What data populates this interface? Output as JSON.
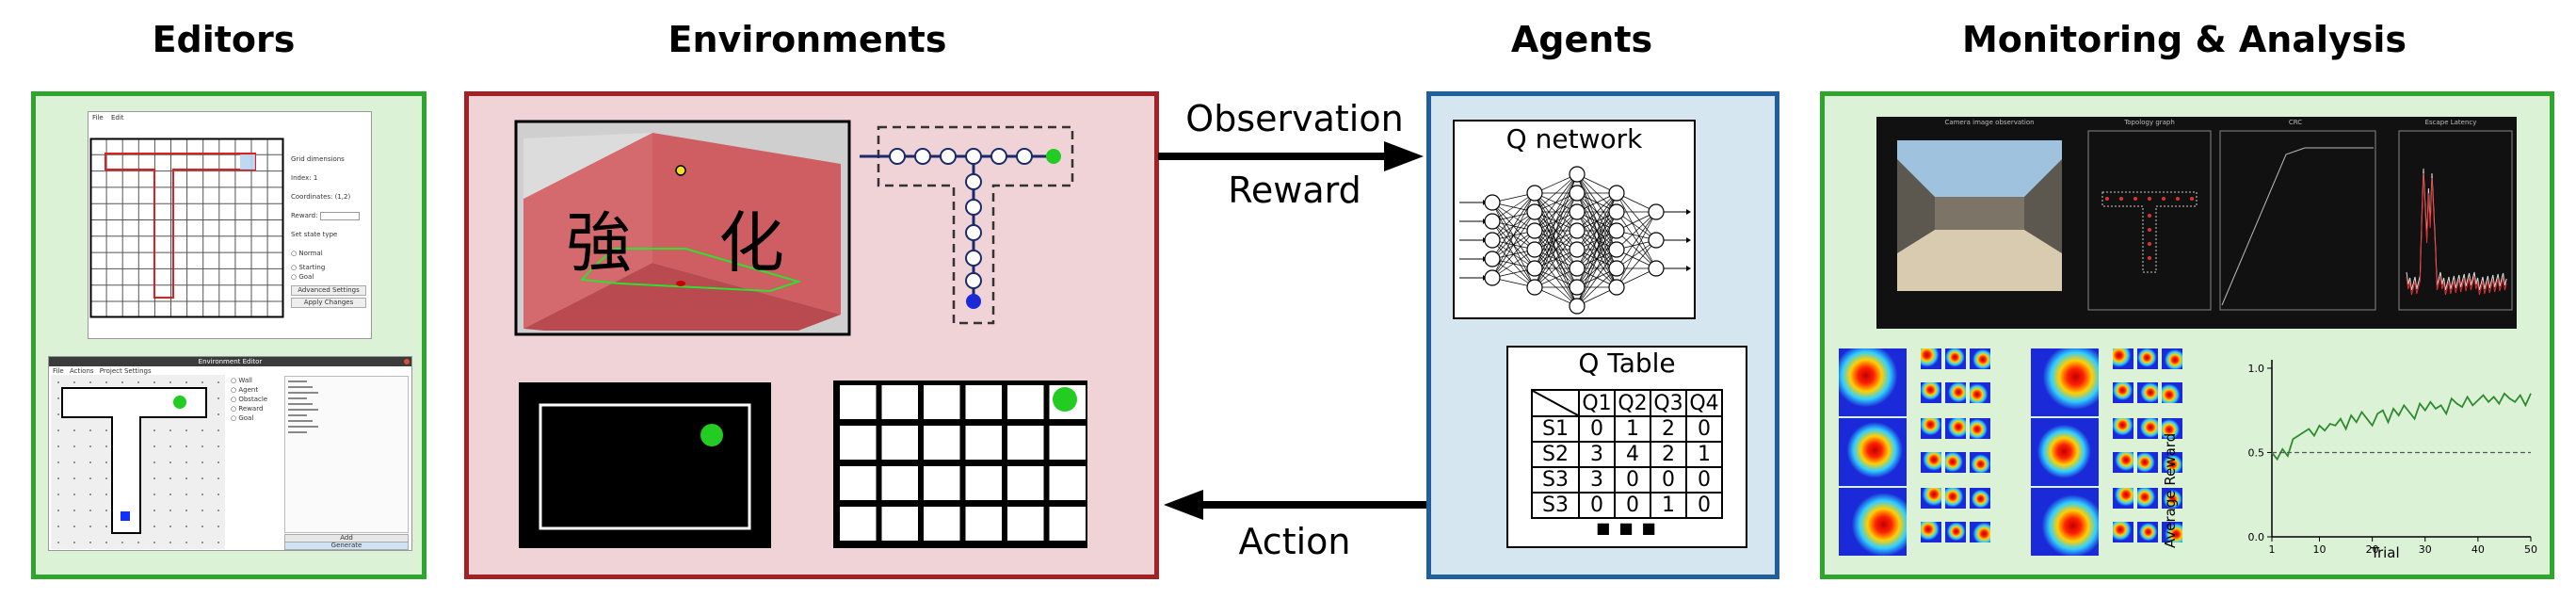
{
  "sections": {
    "editors": "Editors",
    "environments": "Environments",
    "agents": "Agents",
    "monitoring": "Monitoring & Analysis"
  },
  "arrows": {
    "observation": "Observation",
    "reward": "Reward",
    "action": "Action"
  },
  "environment_text": {
    "char1": "強",
    "char2": "化"
  },
  "agents": {
    "q_network": "Q network",
    "q_table": {
      "title": "Q Table",
      "col_headers": [
        "Q1",
        "Q2",
        "Q3",
        "Q4"
      ],
      "rows": [
        {
          "state": "S1",
          "values": [
            "0",
            "1",
            "2",
            "0"
          ]
        },
        {
          "state": "S2",
          "values": [
            "3",
            "4",
            "2",
            "1"
          ]
        },
        {
          "state": "S3",
          "values": [
            "3",
            "0",
            "0",
            "0"
          ]
        },
        {
          "state": "S3",
          "values": [
            "0",
            "0",
            "1",
            "0"
          ]
        }
      ],
      "ellipsis": "■ ■ ■"
    }
  },
  "editor_windows": {
    "grid_editor": {
      "menu": [
        "File",
        "Edit"
      ],
      "side_labels": [
        "Grid dimensions",
        "Index: 1",
        "Coordinates: (1,2)",
        "Reward:",
        "Set state type"
      ],
      "radio": [
        "Normal",
        "Starting",
        "Goal"
      ],
      "buttons": [
        "Advanced Settings",
        "Apply Changes"
      ]
    },
    "env_editor": {
      "title": "Environment Editor",
      "menu": [
        "File",
        "Actions",
        "Project Settings"
      ],
      "radio": [
        "Wall",
        "Agent",
        "Obstacle",
        "Reward",
        "Goal"
      ],
      "buttons": [
        "Add",
        "Generate"
      ]
    }
  },
  "monitor_panels": {
    "camera_title": "Camera image observation",
    "topology_title": "Topology graph",
    "crc_title": "CRC",
    "latency_title": "Escape Latency"
  },
  "reward_chart": {
    "ylabel": "Average Reward",
    "xlabel": "Trial",
    "xticks": [
      "1",
      "10",
      "20",
      "30",
      "40",
      "50"
    ],
    "yticks": [
      "0.0",
      "0.5",
      "1.0"
    ]
  },
  "chart_data": {
    "type": "line",
    "xlabel": "Trial",
    "ylabel": "Average Reward",
    "xlim": [
      1,
      50
    ],
    "ylim": [
      0,
      1.05
    ],
    "series": [
      {
        "x": [
          1,
          2,
          3,
          4,
          5,
          6,
          7,
          8,
          9,
          10,
          11,
          12,
          13,
          14,
          15,
          16,
          17,
          18,
          19,
          20,
          21,
          22,
          23,
          24,
          25,
          26,
          27,
          28,
          29,
          30,
          31,
          32,
          33,
          34,
          35,
          36,
          37,
          38,
          39,
          40,
          41,
          42,
          43,
          44,
          45,
          46,
          47,
          48,
          49,
          50
        ],
        "values": [
          0.5,
          0.46,
          0.52,
          0.48,
          0.58,
          0.6,
          0.62,
          0.64,
          0.6,
          0.66,
          0.63,
          0.67,
          0.66,
          0.7,
          0.64,
          0.72,
          0.68,
          0.74,
          0.7,
          0.66,
          0.73,
          0.75,
          0.68,
          0.76,
          0.72,
          0.78,
          0.74,
          0.7,
          0.79,
          0.75,
          0.8,
          0.76,
          0.78,
          0.73,
          0.82,
          0.79,
          0.77,
          0.83,
          0.78,
          0.81,
          0.84,
          0.8,
          0.83,
          0.79,
          0.85,
          0.82,
          0.8,
          0.84,
          0.78,
          0.85
        ]
      },
      {
        "x": [
          1,
          50
        ],
        "values": [
          0.5,
          0.5
        ]
      }
    ],
    "colors": [
      "#2d8a2d",
      "#555555"
    ]
  }
}
